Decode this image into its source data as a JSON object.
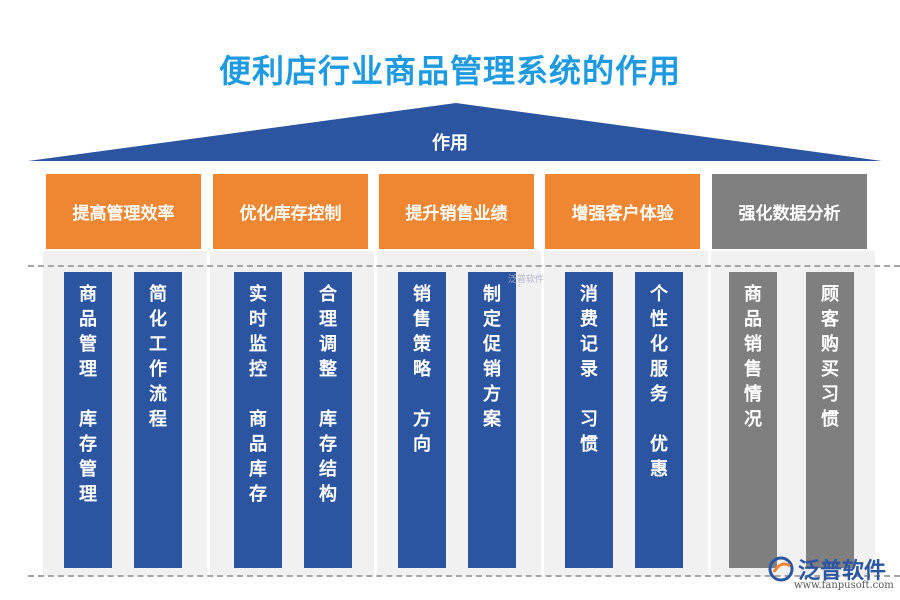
{
  "title": "便利店行业商品管理系统的作用",
  "roof_label": "作用",
  "colors": {
    "title": "#1e9be0",
    "roof": "#2c55a1",
    "header_orange": "#ef8732",
    "header_gray": "#808080",
    "pillar_blue": "#2c55a1",
    "pillar_gray": "#7f7f7f"
  },
  "columns": [
    {
      "header": "提高管理效率",
      "pillars": [
        "商品管理 库存管理",
        "简化工作流程"
      ]
    },
    {
      "header": "优化库存控制",
      "pillars": [
        "实时监控 商品库存",
        "合理调整 库存结构"
      ]
    },
    {
      "header": "提升销售业绩",
      "pillars": [
        "销售策略 方向",
        "制定促销方案"
      ]
    },
    {
      "header": "增强客户体验",
      "pillars": [
        "消费记录 习惯",
        "个性化服务 优惠"
      ]
    },
    {
      "header": "强化数据分析",
      "pillars": [
        "商品销售情况",
        "顾客购买习惯"
      ]
    }
  ],
  "logo": {
    "text": "泛普软件",
    "url": "www.fanpusoft.com",
    "icon": "fanpu-logo-icon"
  },
  "watermark": "泛普软件"
}
